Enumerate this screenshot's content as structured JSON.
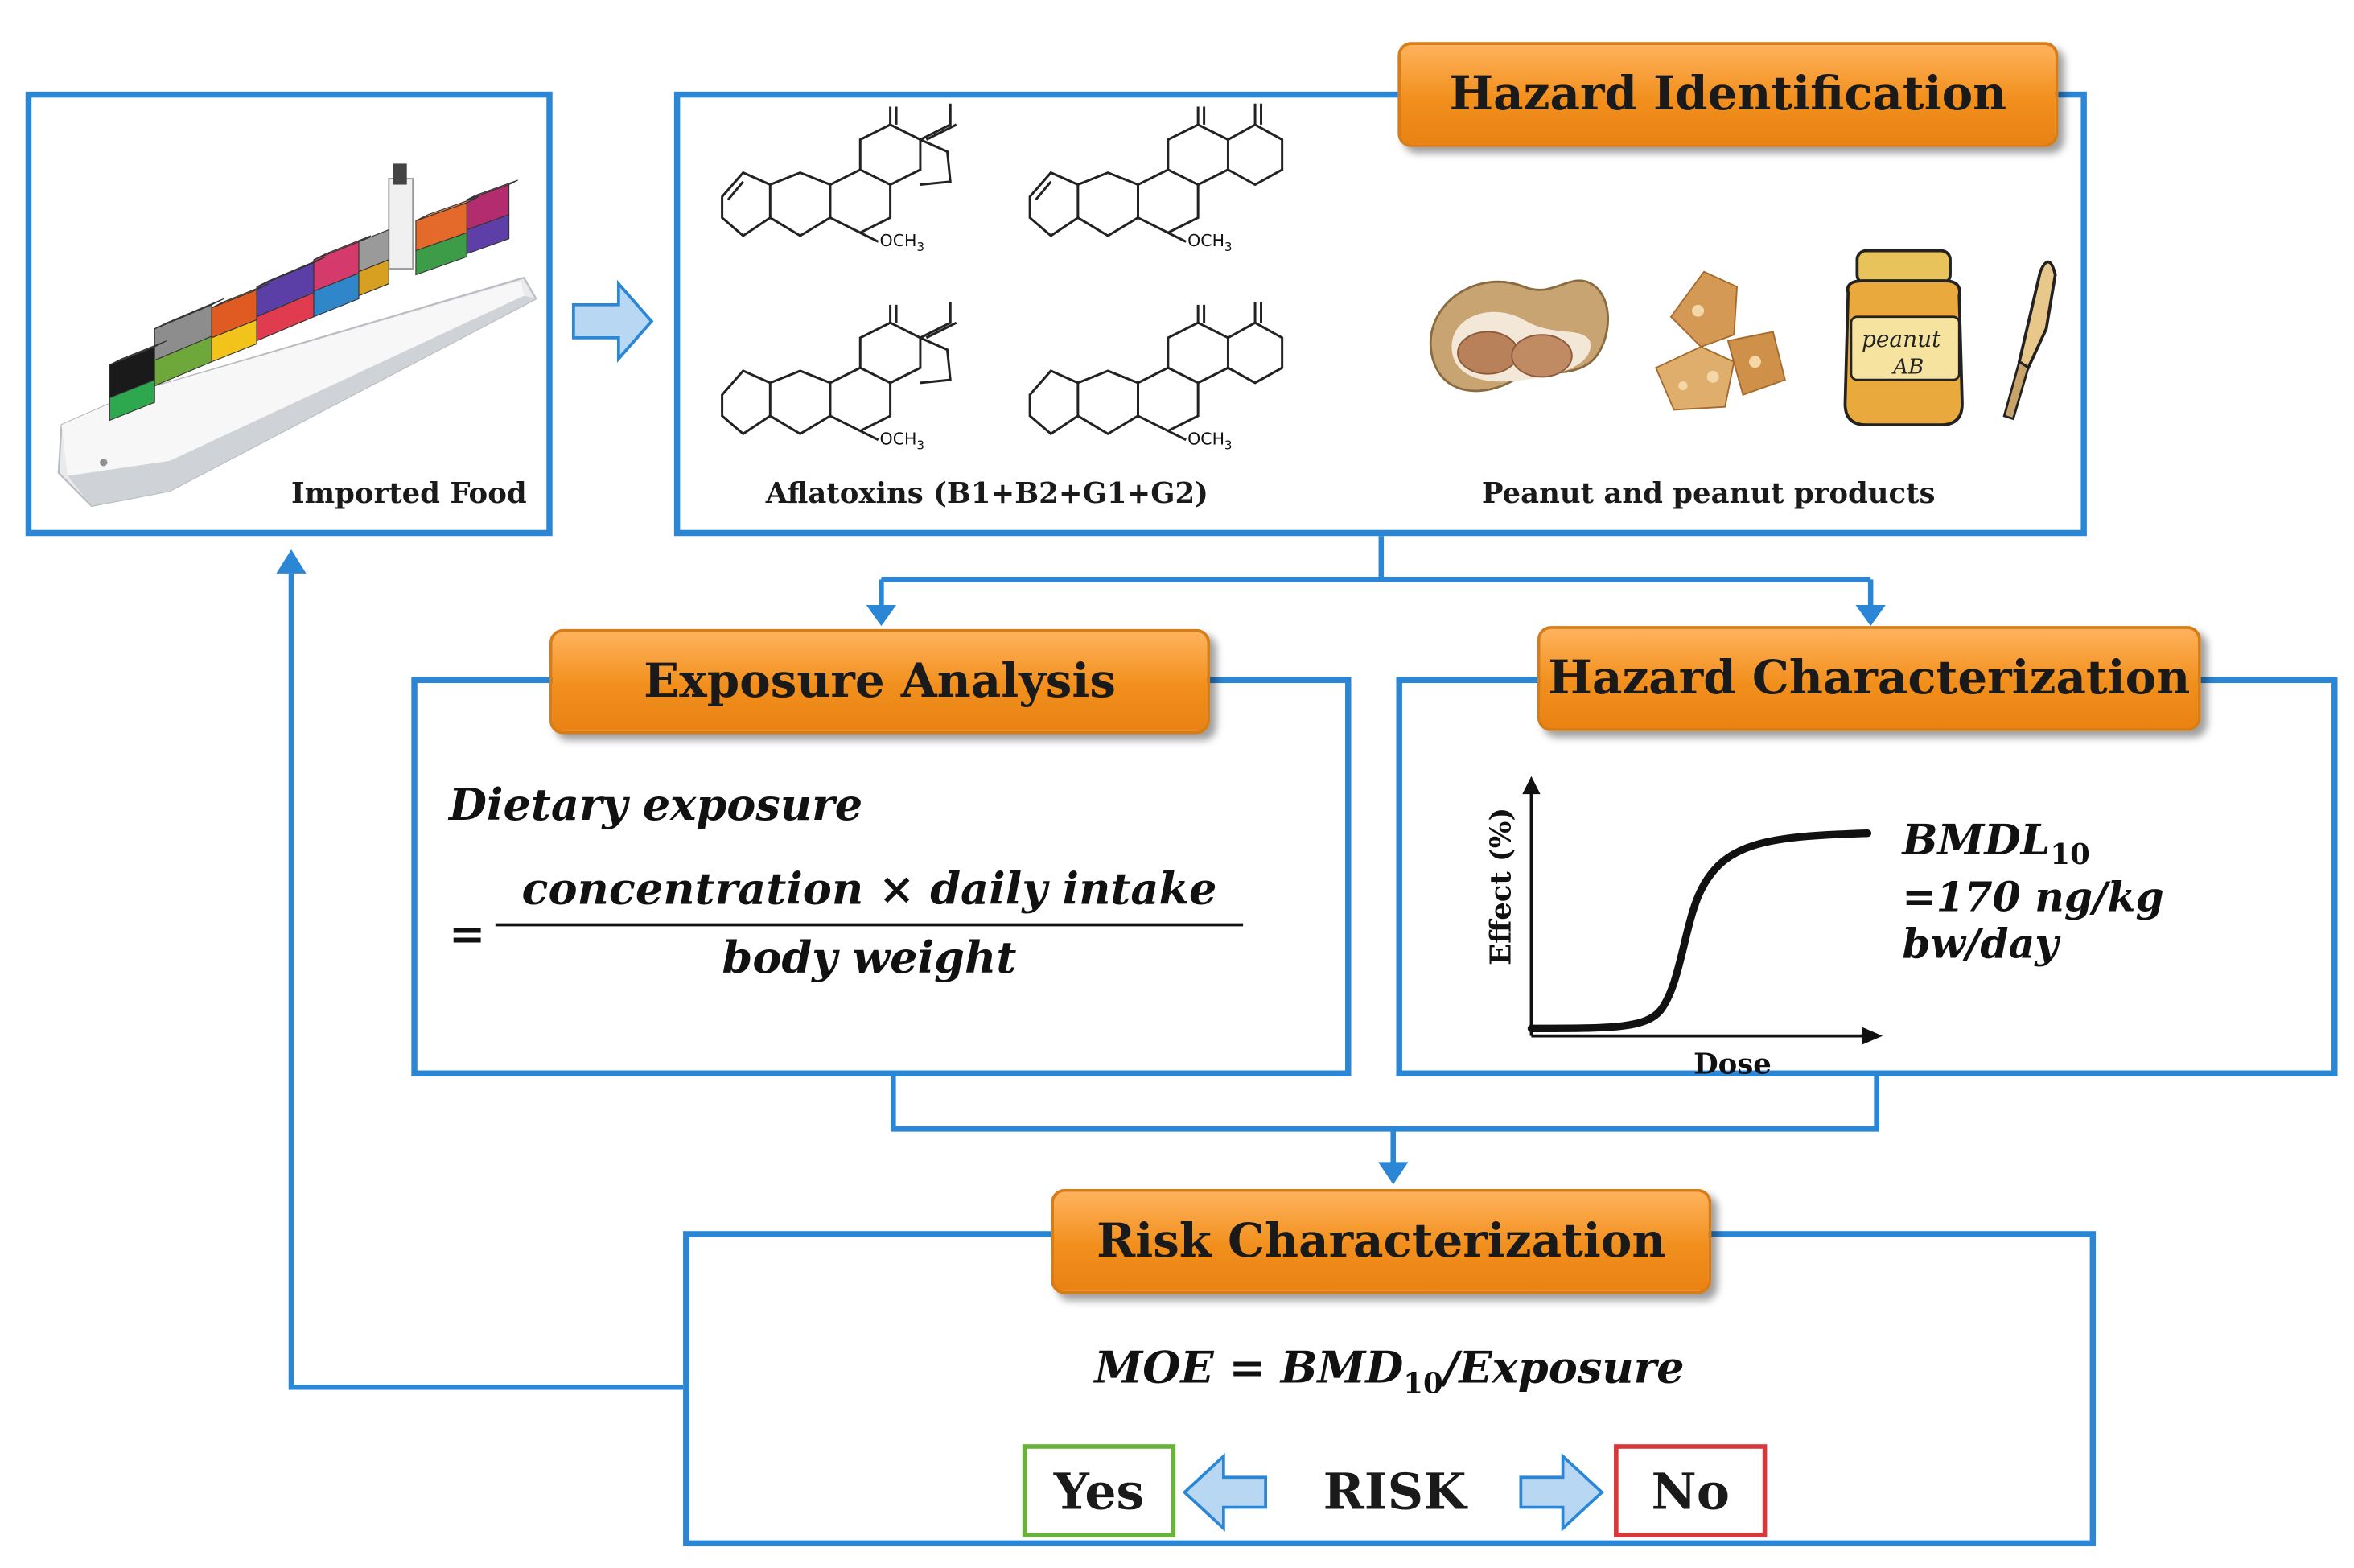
{
  "imported_food": {
    "label": "Imported Food"
  },
  "hazard_identification": {
    "title": "Hazard Identification",
    "aflatoxins_label": "Aflatoxins (B1+B2+G1+G2)",
    "peanut_label": "Peanut and peanut products",
    "och3": "OCH",
    "och3_sub": "3",
    "jar_text_1": "peanut",
    "jar_text_2": "AB"
  },
  "exposure_analysis": {
    "title": "Exposure Analysis",
    "lhs": "Dietary exposure",
    "equals": "=",
    "numerator": "concentration × daily intake",
    "denominator": "body weight"
  },
  "hazard_characterization": {
    "title": "Hazard Characterization",
    "y_axis_label": "Effect (%)",
    "x_axis_label": "Dose",
    "bmdl_main": "BMDL",
    "bmdl_sub": "10",
    "bmdl_value": "=170 ng/kg bw/day"
  },
  "risk_characterization": {
    "title": "Risk Characterization",
    "formula_left": "MOE = BMD",
    "formula_sub": "10",
    "formula_right": "/Exposure",
    "risk_label": "RISK",
    "yes_label": "Yes",
    "no_label": "No"
  },
  "colors": {
    "box_border": "#2b86d6",
    "header_orange": "#f18f1c",
    "yes_border": "#69b23c",
    "no_border": "#d9383a",
    "arrow_fill": "#b8d7f3"
  },
  "chart_data": {
    "type": "line",
    "title": "",
    "xlabel": "Dose",
    "ylabel": "Effect (%)",
    "series": [
      {
        "values": []
      }
    ]
  }
}
